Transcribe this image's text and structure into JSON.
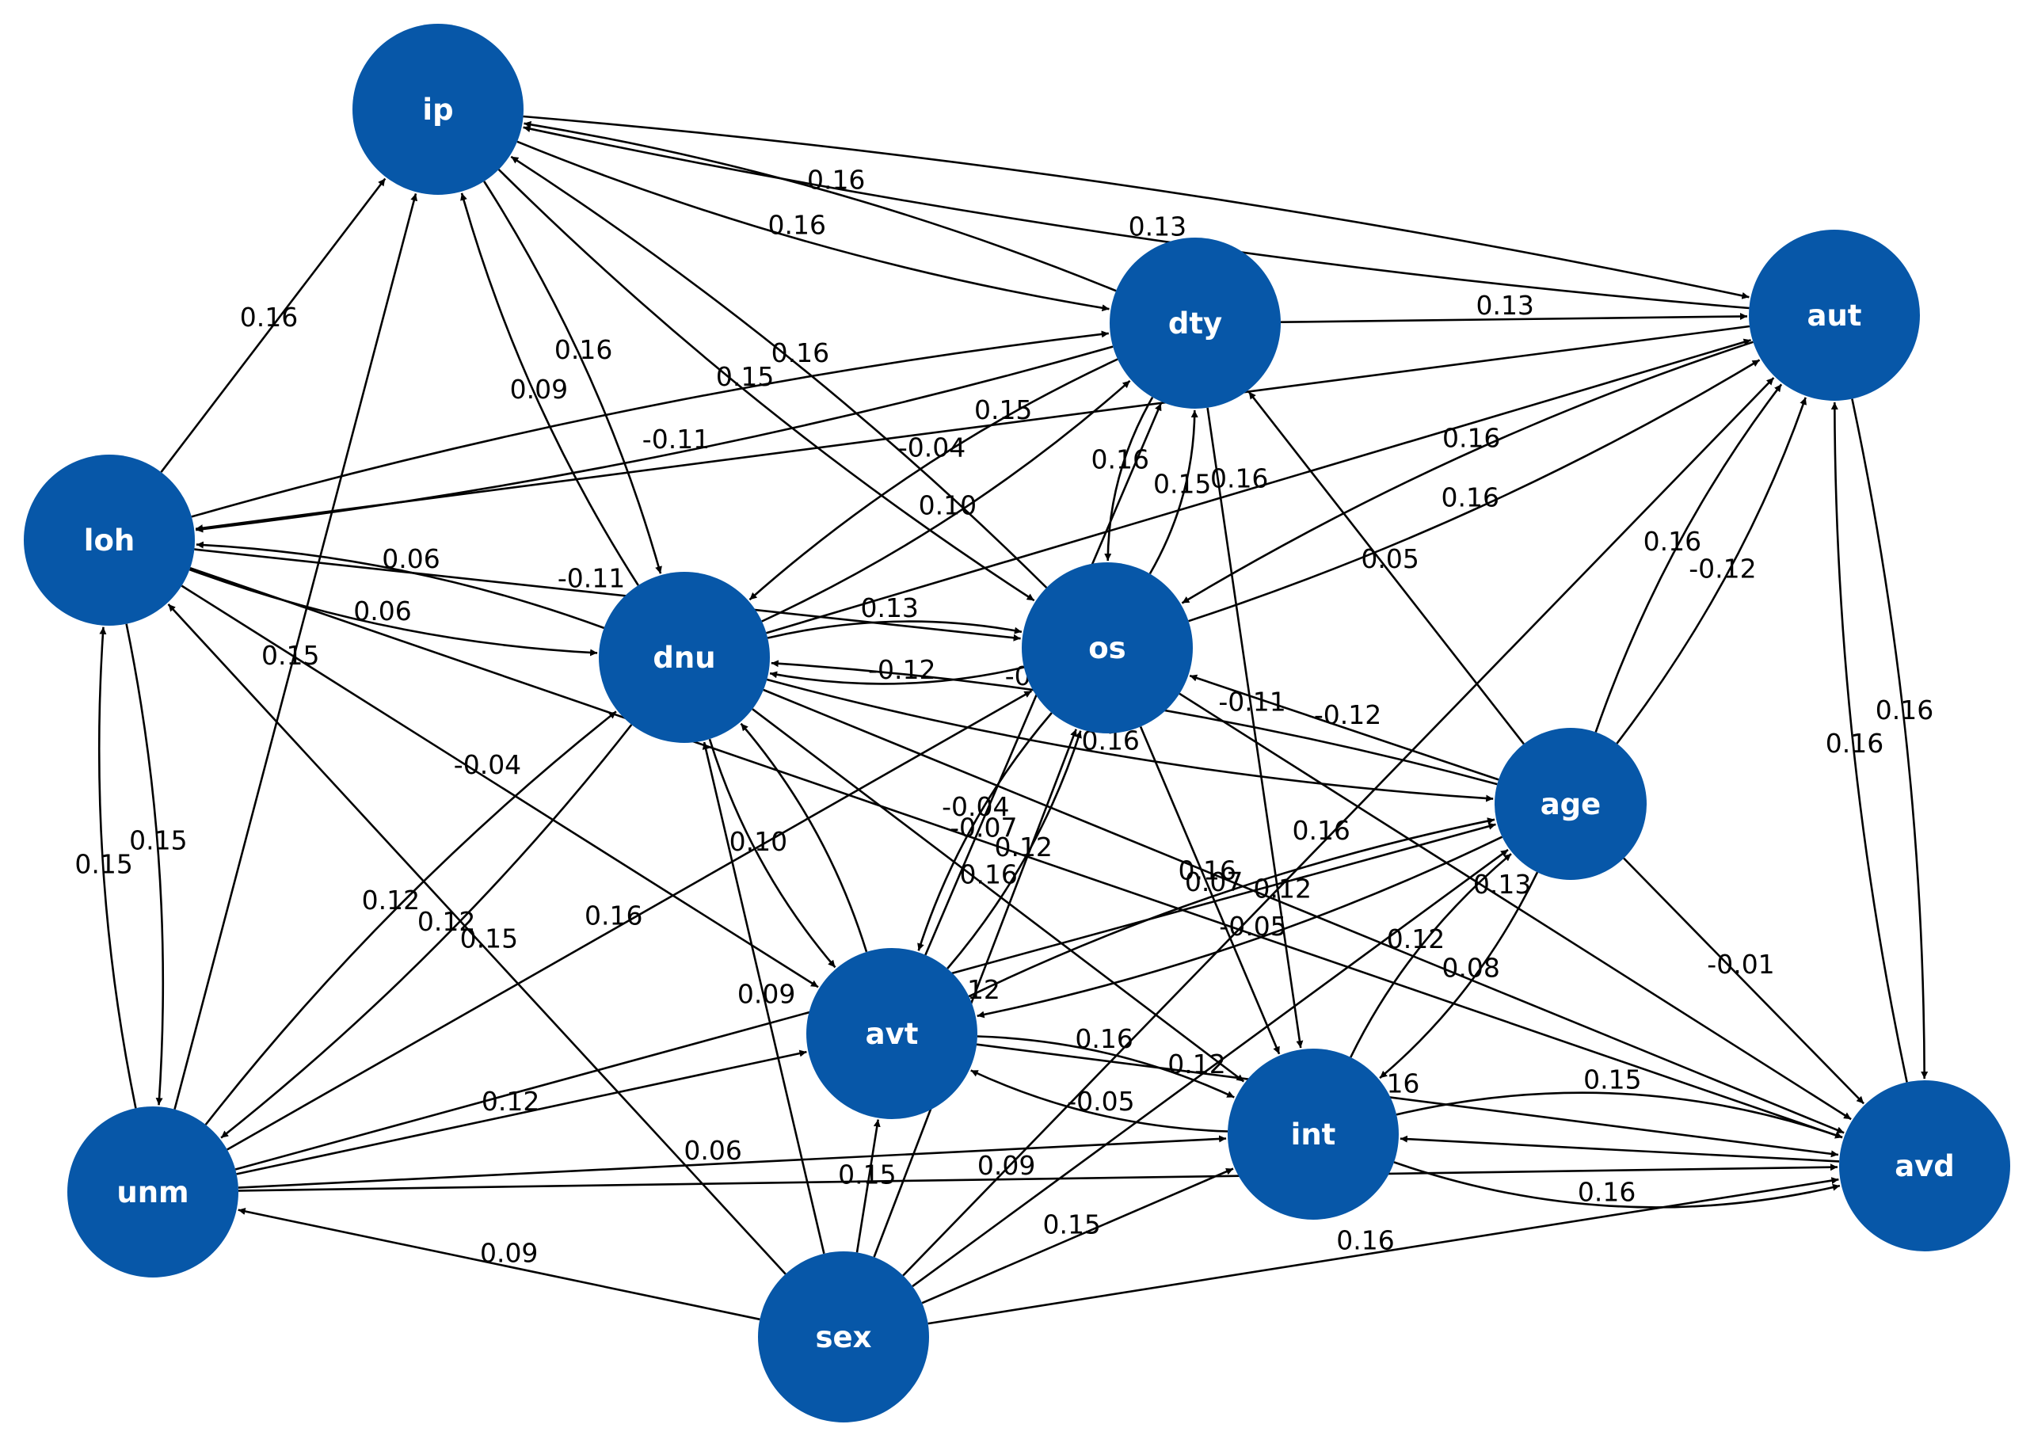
{
  "colors": {
    "node_fill": "#0757a8",
    "node_text": "#ffffff",
    "edge": "#000000",
    "background": "#ffffff"
  },
  "nodes": [
    {
      "id": "ip",
      "label": "ip"
    },
    {
      "id": "dty",
      "label": "dty"
    },
    {
      "id": "aut",
      "label": "aut"
    },
    {
      "id": "loh",
      "label": "loh"
    },
    {
      "id": "dnu",
      "label": "dnu"
    },
    {
      "id": "os",
      "label": "os"
    },
    {
      "id": "age",
      "label": "age"
    },
    {
      "id": "avt",
      "label": "avt"
    },
    {
      "id": "int",
      "label": "int"
    },
    {
      "id": "avd",
      "label": "avd"
    },
    {
      "id": "unm",
      "label": "unm"
    },
    {
      "id": "sex",
      "label": "sex"
    }
  ],
  "edges": [
    {
      "from": "loh",
      "to": "ip",
      "weight": "0.16"
    },
    {
      "from": "aut",
      "to": "ip",
      "weight": "0.13"
    },
    {
      "from": "ip",
      "to": "dty",
      "weight": "0.16"
    },
    {
      "from": "dty",
      "to": "ip",
      "weight": "0.16"
    },
    {
      "from": "ip",
      "to": "aut",
      "weight": ""
    },
    {
      "from": "dty",
      "to": "aut",
      "weight": "0.13"
    },
    {
      "from": "os",
      "to": "ip",
      "weight": "0.16"
    },
    {
      "from": "ip",
      "to": "os",
      "weight": "0.15"
    },
    {
      "from": "dnu",
      "to": "ip",
      "weight": "0.09"
    },
    {
      "from": "ip",
      "to": "dnu",
      "weight": "0.16"
    },
    {
      "from": "unm",
      "to": "ip",
      "weight": "0.15"
    },
    {
      "from": "dty",
      "to": "loh",
      "weight": "-0.11"
    },
    {
      "from": "loh",
      "to": "dty",
      "weight": ""
    },
    {
      "from": "aut",
      "to": "loh",
      "weight": "0.15"
    },
    {
      "from": "dty",
      "to": "dnu",
      "weight": "-0.04"
    },
    {
      "from": "dnu",
      "to": "dty",
      "weight": "0.10"
    },
    {
      "from": "os",
      "to": "dty",
      "weight": "0.15"
    },
    {
      "from": "dty",
      "to": "os",
      "weight": "0.16"
    },
    {
      "from": "avt",
      "to": "dty",
      "weight": "-0.12"
    },
    {
      "from": "dty",
      "to": "int",
      "weight": "-0.11"
    },
    {
      "from": "age",
      "to": "dty",
      "weight": "0.05"
    },
    {
      "from": "loh",
      "to": "dnu",
      "weight": "0.06"
    },
    {
      "from": "dnu",
      "to": "loh",
      "weight": "0.06"
    },
    {
      "from": "loh",
      "to": "os",
      "weight": "-0.11"
    },
    {
      "from": "loh",
      "to": "unm",
      "weight": "0.15"
    },
    {
      "from": "unm",
      "to": "loh",
      "weight": "0.15"
    },
    {
      "from": "loh",
      "to": "avt",
      "weight": "-0.04"
    },
    {
      "from": "sex",
      "to": "loh",
      "weight": "0.15"
    },
    {
      "from": "loh",
      "to": "avd",
      "weight": "-0.07"
    },
    {
      "from": "dnu",
      "to": "os",
      "weight": "0.13"
    },
    {
      "from": "os",
      "to": "dnu",
      "weight": "-0.12"
    },
    {
      "from": "dnu",
      "to": "aut",
      "weight": "0.16"
    },
    {
      "from": "os",
      "to": "aut",
      "weight": "0.16"
    },
    {
      "from": "aut",
      "to": "os",
      "weight": "0.16"
    },
    {
      "from": "age",
      "to": "aut",
      "weight": "0.16"
    },
    {
      "from": "age",
      "to": "aut",
      "weight": "-0.12"
    },
    {
      "from": "aut",
      "to": "avd",
      "weight": "0.16"
    },
    {
      "from": "avd",
      "to": "aut",
      "weight": "0.16"
    },
    {
      "from": "dnu",
      "to": "avt",
      "weight": "0.10"
    },
    {
      "from": "avt",
      "to": "dnu",
      "weight": ""
    },
    {
      "from": "dnu",
      "to": "age",
      "weight": "0.16"
    },
    {
      "from": "age",
      "to": "dnu",
      "weight": ""
    },
    {
      "from": "dnu",
      "to": "int",
      "weight": "0.16"
    },
    {
      "from": "dnu",
      "to": "avd",
      "weight": "0.12"
    },
    {
      "from": "dnu",
      "to": "unm",
      "weight": "0.12"
    },
    {
      "from": "unm",
      "to": "dnu",
      "weight": "0.12"
    },
    {
      "from": "sex",
      "to": "dnu",
      "weight": "0.09"
    },
    {
      "from": "os",
      "to": "avt",
      "weight": "-0.04"
    },
    {
      "from": "avt",
      "to": "os",
      "weight": "0.12"
    },
    {
      "from": "os",
      "to": "int",
      "weight": "0.16"
    },
    {
      "from": "os",
      "to": "avd",
      "weight": "0.13"
    },
    {
      "from": "age",
      "to": "os",
      "weight": "-0.12"
    },
    {
      "from": "unm",
      "to": "os",
      "weight": "0.16"
    },
    {
      "from": "sex",
      "to": "os",
      "weight": "0.12"
    },
    {
      "from": "age",
      "to": "avt",
      "weight": "-0.05"
    },
    {
      "from": "avt",
      "to": "age",
      "weight": "0.07"
    },
    {
      "from": "age",
      "to": "int",
      "weight": "0.08"
    },
    {
      "from": "int",
      "to": "age",
      "weight": "0.12"
    },
    {
      "from": "age",
      "to": "avd",
      "weight": "-0.01"
    },
    {
      "from": "unm",
      "to": "age",
      "weight": ""
    },
    {
      "from": "sex",
      "to": "age",
      "weight": "0.12"
    },
    {
      "from": "avt",
      "to": "int",
      "weight": "0.16"
    },
    {
      "from": "int",
      "to": "avt",
      "weight": "-0.05"
    },
    {
      "from": "avt",
      "to": "avd",
      "weight": "0.16"
    },
    {
      "from": "unm",
      "to": "avt",
      "weight": "0.12"
    },
    {
      "from": "sex",
      "to": "avt",
      "weight": "0.15"
    },
    {
      "from": "int",
      "to": "avd",
      "weight": "0.16"
    },
    {
      "from": "avd",
      "to": "int",
      "weight": ""
    },
    {
      "from": "unm",
      "to": "int",
      "weight": "0.06"
    },
    {
      "from": "sex",
      "to": "int",
      "weight": "0.15"
    },
    {
      "from": "unm",
      "to": "avd",
      "weight": "0.09"
    },
    {
      "from": "sex",
      "to": "avd",
      "weight": "0.16"
    },
    {
      "from": "sex",
      "to": "unm",
      "weight": "0.09"
    },
    {
      "from": "sex",
      "to": "aut",
      "weight": "0.16"
    },
    {
      "from": "int",
      "to": "avd",
      "weight": "0.15"
    }
  ]
}
